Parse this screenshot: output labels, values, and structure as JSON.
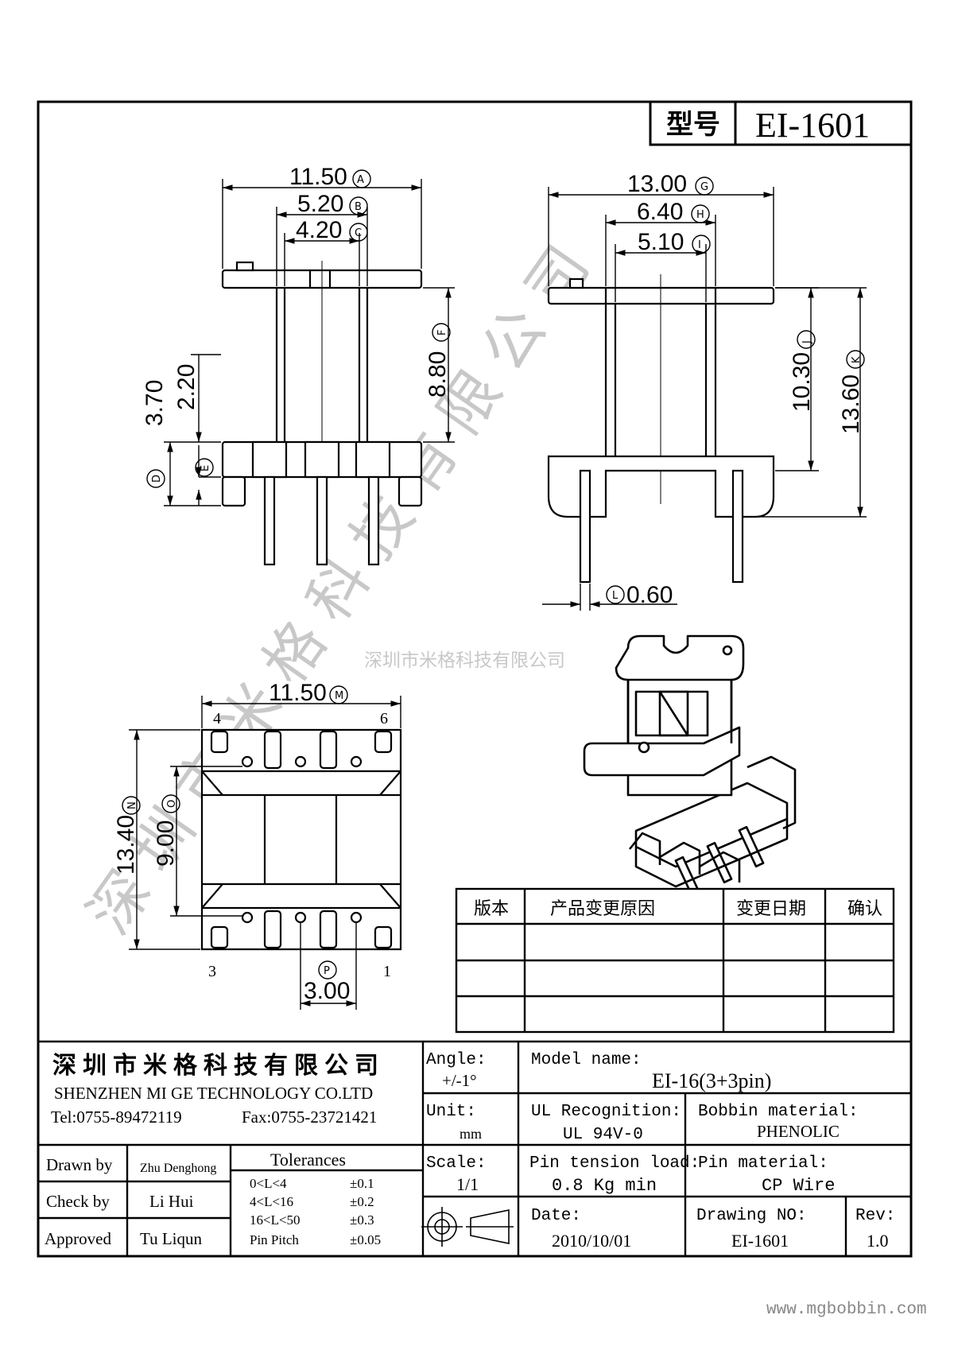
{
  "header": {
    "model_label": "型号",
    "model_value": "EI-1601"
  },
  "top_view": {
    "dims": [
      {
        "value": "11.50",
        "tag": "A"
      },
      {
        "value": "5.20",
        "tag": "B"
      },
      {
        "value": "4.20",
        "tag": "C"
      },
      {
        "value": "3.70",
        "tag": "D"
      },
      {
        "value": "2.20",
        "tag": "E"
      },
      {
        "value": "8.80",
        "tag": "F"
      }
    ]
  },
  "side_view": {
    "dims": [
      {
        "value": "13.00",
        "tag": "G"
      },
      {
        "value": "6.40",
        "tag": "H"
      },
      {
        "value": "5.10",
        "tag": "I"
      },
      {
        "value": "10.30",
        "tag": "J"
      },
      {
        "value": "13.60",
        "tag": "K"
      },
      {
        "value": "0.60",
        "tag": "L"
      }
    ]
  },
  "bottom_view": {
    "dims": [
      {
        "value": "11.50",
        "tag": "M"
      },
      {
        "value": "13.40",
        "tag": "N"
      },
      {
        "value": "9.00",
        "tag": "O"
      },
      {
        "value": "3.00",
        "tag": "P"
      }
    ],
    "pins": [
      "4",
      "6",
      "3",
      "1"
    ]
  },
  "revision_table": {
    "headers": [
      "版本",
      "产品变更原因",
      "变更日期",
      "确认"
    ]
  },
  "company": {
    "name_cn": "深圳市米格科技有限公司",
    "name_en": "SHENZHEN  MI GE TECHNOLOGY  CO.LTD",
    "tel": "Tel:0755-89472119",
    "fax": "Fax:0755-23721421"
  },
  "signoff": [
    {
      "label": "Drawn by",
      "name": "Zhu Denghong"
    },
    {
      "label": "Check by",
      "name": "Li Hui"
    },
    {
      "label": "Approved",
      "name": "Tu Liqun"
    }
  ],
  "tolerances": {
    "title": "Tolerances",
    "rows": [
      {
        "range": "0<L<4",
        "value": "±0.1"
      },
      {
        "range": "4<L<16",
        "value": "±0.2"
      },
      {
        "range": "16<L<50",
        "value": "±0.3"
      },
      {
        "range": "Pin Pitch",
        "value": "±0.05"
      }
    ]
  },
  "specs": {
    "angle_label": "Angle:",
    "angle_value": "+/-1°",
    "model_label": "Model name:",
    "model_value": "EI-16(3+3pin)",
    "unit_label": "Unit:",
    "unit_value": "mm",
    "ul_label": "UL Recognition:",
    "ul_value": "UL 94V-0",
    "bobbin_label": "Bobbin material:",
    "bobbin_value": "PHENOLIC",
    "scale_label": "Scale:",
    "scale_value": "1/1",
    "tension_label": "Pin tension load:",
    "tension_value": "0.8 Kg min",
    "pinmat_label": "Pin material:",
    "pinmat_value": "CP Wire",
    "date_label": "Date:",
    "date_value": "2010/10/01",
    "drawing_label": "Drawing NO:",
    "drawing_value": "EI-1601",
    "rev_label": "Rev:",
    "rev_value": "1.0"
  },
  "watermark": {
    "big": "深圳市米格科技有限公司",
    "small": "深圳市米格科技有限公司",
    "website": "www.mgbobbin.com"
  }
}
